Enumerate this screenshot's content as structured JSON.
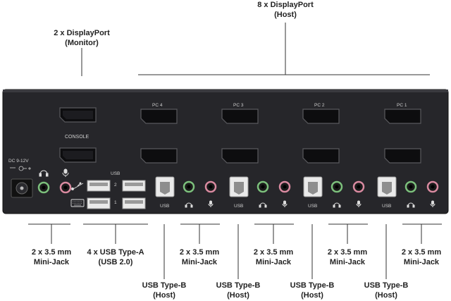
{
  "callouts": {
    "dp_host": {
      "line1": "8 x DisplayPort",
      "line2": "(Host)"
    },
    "dp_monitor": {
      "line1": "2 x DisplayPort",
      "line2": "(Monitor)"
    },
    "jack_console": {
      "line1": "2 x 3.5 mm",
      "line2": "Mini-Jack"
    },
    "usb_a": {
      "line1": "4 x USB Type-A",
      "line2": "(USB 2.0)"
    },
    "jack_pc4": {
      "line1": "2 x 3.5 mm",
      "line2": "Mini-Jack"
    },
    "jack_pc3": {
      "line1": "2 x 3.5 mm",
      "line2": "Mini-Jack"
    },
    "jack_pc2": {
      "line1": "2 x 3.5 mm",
      "line2": "Mini-Jack"
    },
    "jack_pc1": {
      "line1": "2 x 3.5 mm",
      "line2": "Mini-Jack"
    },
    "usb_b_pc4": {
      "line1": "USB Type-B",
      "line2": "(Host)"
    },
    "usb_b_pc3": {
      "line1": "USB Type-B",
      "line2": "(Host)"
    },
    "usb_b_pc2": {
      "line1": "USB Type-B",
      "line2": "(Host)"
    },
    "usb_b_pc1": {
      "line1": "USB Type-B",
      "line2": "(Host)"
    }
  },
  "device": {
    "pc_labels": [
      "PC 4",
      "PC 3",
      "PC 2",
      "PC 1"
    ],
    "console": "CONSOLE",
    "dc": "DC 9-12V",
    "usb_header": "USB",
    "usb_port_2": "2",
    "usb_port_1": "1",
    "usb_b_label": "USB"
  },
  "colors": {
    "chassis": "#26262a",
    "port": "#0d0d0f",
    "line": "#333333"
  }
}
